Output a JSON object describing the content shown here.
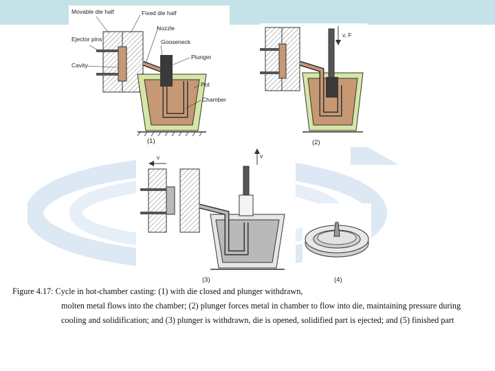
{
  "header_band_color": "#c5e2e8",
  "colors": {
    "die": "#f0f0f0",
    "metal_hot": "#c69874",
    "metal_grey": "#b9b9b9",
    "pot_wall": "#d6e6a6",
    "dark": "#3a3a3a"
  },
  "labels": {
    "movable_die_half": "Movable die half",
    "fixed_die_half": "Fixed die half",
    "ejector_pins": "Ejector pins",
    "cavity": "Cavity",
    "nozzle": "Nozzle",
    "gooseneck": "Gooseneck",
    "plunger": "Plunger",
    "pot": "Pot",
    "chamber": "Chamber",
    "force_label": "v, F",
    "velocity_label": "v"
  },
  "steps": {
    "s1": "(1)",
    "s2": "(2)",
    "s3": "(3)",
    "s4": "(4)"
  },
  "caption": {
    "first": "Figure 4.17: Cycle in hot‑chamber casting: (1) with die closed and plunger withdrawn,",
    "rest": "molten metal flows into the chamber; (2) plunger forces metal in chamber to flow into die, maintaining pressure during cooling and solidification; and (3) plunger is withdrawn, die is opened, solidified part is ejected; and (5) finished part"
  }
}
